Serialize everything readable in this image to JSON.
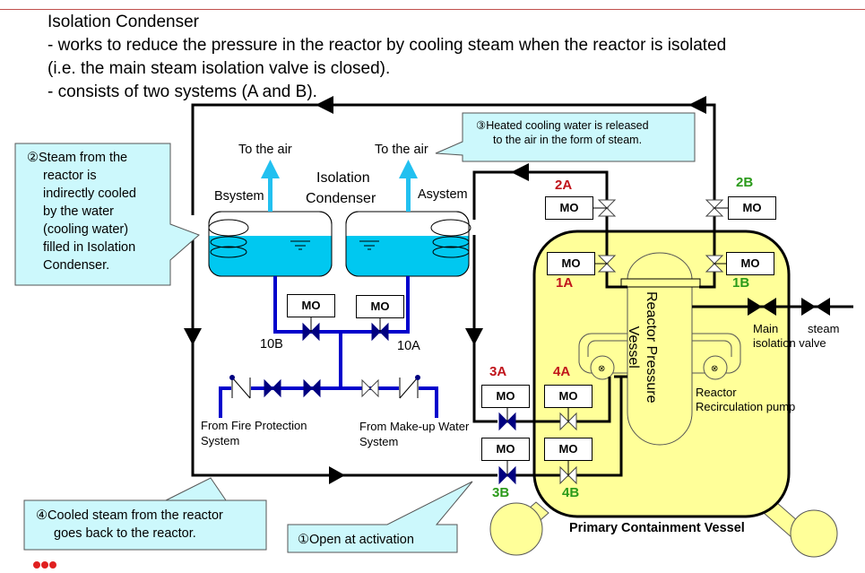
{
  "header": {
    "title": "Isolation Condenser",
    "line1": "- works to reduce the pressure in the reactor by cooling steam when the reactor is isolated",
    "line2": "(i.e. the main steam isolation valve is closed).",
    "line3": "- consists of two systems (A and B)."
  },
  "labels": {
    "to_air_b": "To the air",
    "to_air_a": "To the air",
    "condenser_l1": "Isolation",
    "condenser_l2": "Condenser",
    "b_system": "Bsystem",
    "a_system": "Asystem",
    "valve_10b": "10B",
    "valve_10a": "10A",
    "fire_l1": "From Fire Protection",
    "fire_l2": "System",
    "makeup_l1": "From Make-up Water",
    "makeup_l2": "System",
    "rpv_l1": "Reactor Pressure",
    "rpv_l2": "Vessel",
    "msiv_main": "Main",
    "msiv_steam": "steam",
    "msiv_iso": "isolation valve",
    "pump_l1": "Reactor",
    "pump_l2": "Recirculation pump",
    "pcv": "Primary Containment Vessel"
  },
  "valves": {
    "mo": "MO",
    "v2a": "2A",
    "v2b": "2B",
    "v1a": "1A",
    "v1b": "1B",
    "v3a": "3A",
    "v3b": "3B",
    "v4a": "4A",
    "v4b": "4B"
  },
  "callouts": {
    "c1": "①Open at activation",
    "c2_l1": "②Steam from the",
    "c2_rest": [
      "reactor is",
      "indirectly cooled",
      "by the water",
      "(cooling water)",
      "filled in Isolation",
      "Condenser."
    ],
    "c3_l1": "③Heated cooling water is released",
    "c3_l2": "to the air in the form of steam.",
    "c4_l1": "④Cooled steam from the reactor",
    "c4_l2": "goes back to the reactor."
  },
  "colors": {
    "water": "#00c8f0",
    "callout_fill": "#ccf8fc",
    "containment": "#ffff99",
    "pipe_blue": "#0000cc",
    "valve_navy": "#000080",
    "label_red": "#c0141b",
    "label_green": "#2a9a1a"
  }
}
